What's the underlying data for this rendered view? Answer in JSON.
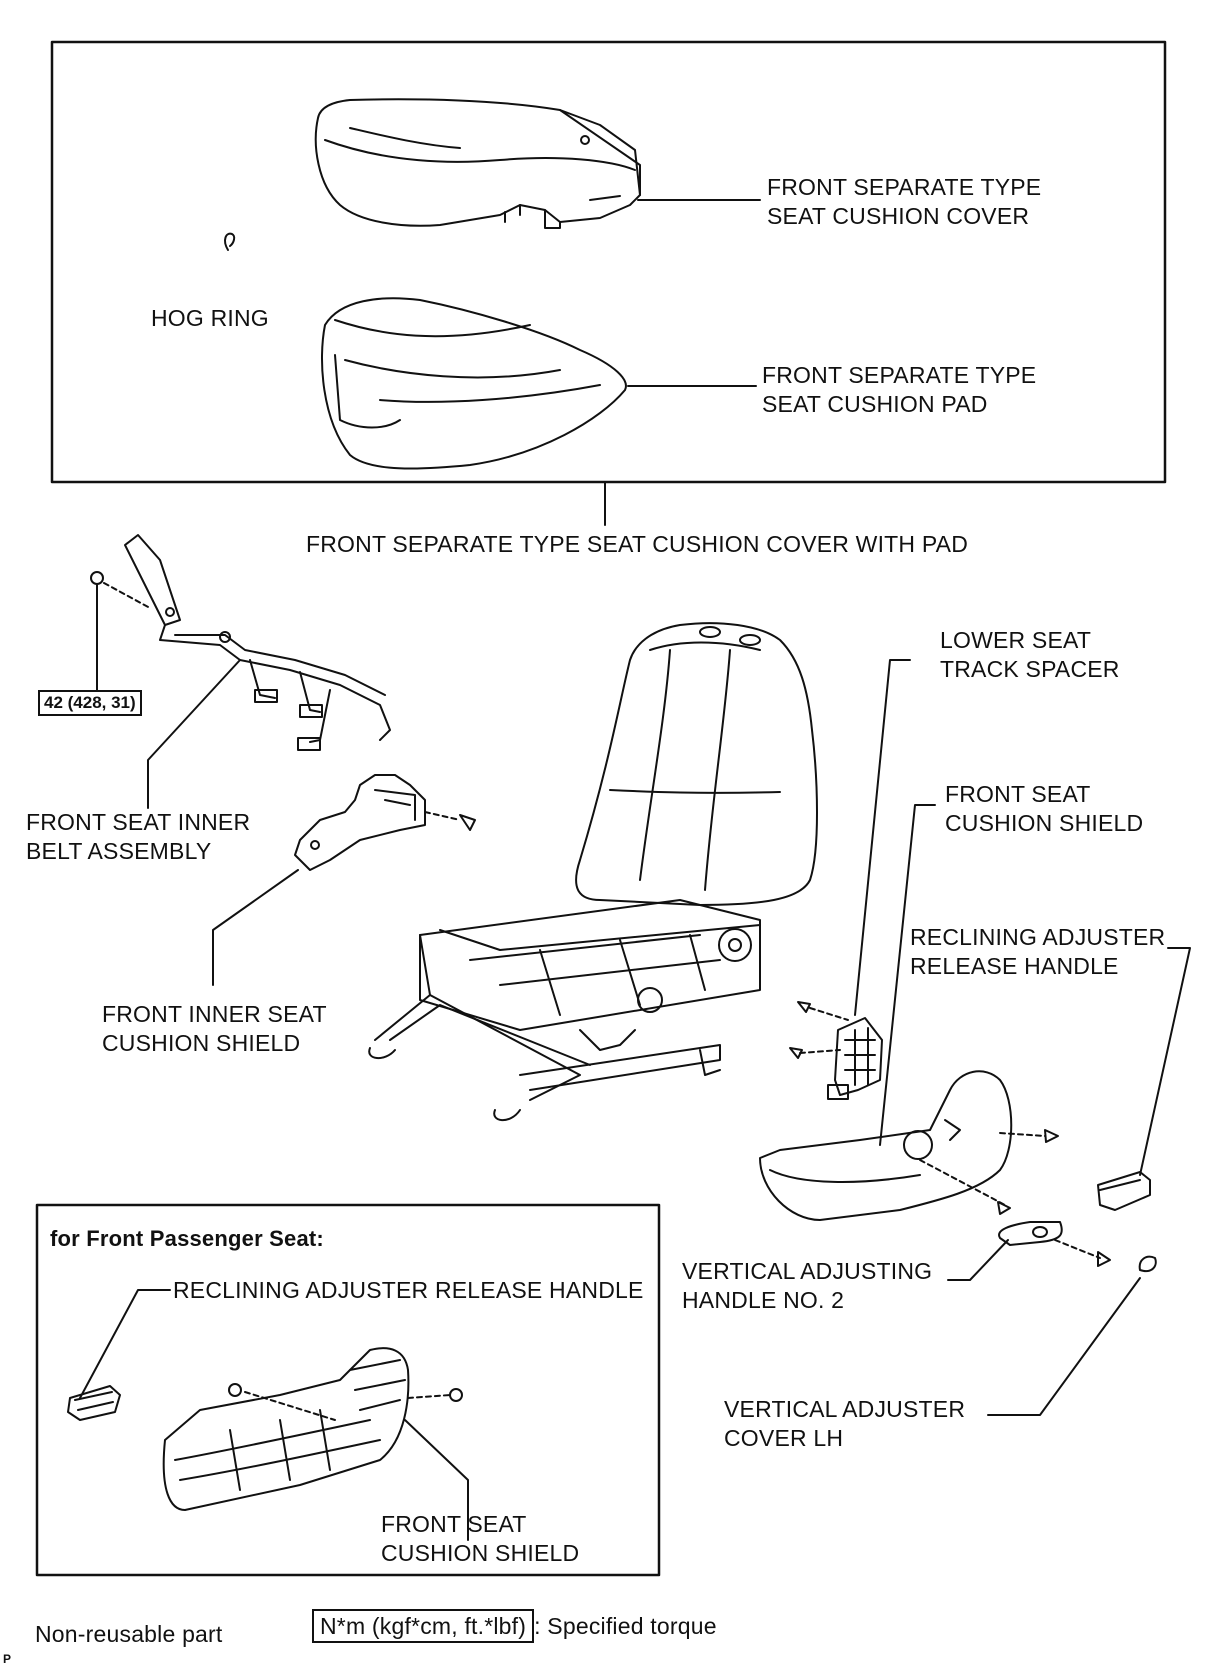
{
  "labels": {
    "seat_cushion_cover": [
      "FRONT SEPARATE TYPE",
      "SEAT CUSHION COVER"
    ],
    "hog_ring": "HOG RING",
    "seat_cushion_pad": [
      "FRONT SEPARATE TYPE",
      "SEAT CUSHION PAD"
    ],
    "cover_with_pad": "FRONT SEPARATE TYPE SEAT CUSHION COVER WITH PAD",
    "inner_belt": [
      "FRONT SEAT INNER",
      "BELT ASSEMBLY"
    ],
    "inner_cushion_shield": [
      "FRONT INNER SEAT",
      "CUSHION SHIELD"
    ],
    "lower_track_spacer": [
      "LOWER SEAT",
      "TRACK SPACER"
    ],
    "cushion_shield": [
      "FRONT SEAT",
      "CUSHION SHIELD"
    ],
    "reclining_handle": [
      "RECLINING ADJUSTER",
      "RELEASE HANDLE"
    ],
    "vertical_handle": [
      "VERTICAL ADJUSTING",
      "HANDLE NO. 2"
    ],
    "vertical_cover": [
      "VERTICAL ADJUSTER",
      "COVER LH"
    ]
  },
  "torque": "42 (428, 31)",
  "passenger_box": {
    "title": "for Front Passenger Seat:",
    "reclining_handle": "RECLINING ADJUSTER RELEASE HANDLE",
    "cushion_shield": [
      "FRONT SEAT",
      "CUSHION SHIELD"
    ]
  },
  "legend": {
    "non_reusable": "Non-reusable part",
    "torque_unit": "N*m (kgf*cm, ft.*lbf)",
    "torque_desc": ": Specified torque"
  },
  "corner_mark": "P",
  "icons": {
    "non_reusable_marker": "filled-circle-icon"
  }
}
